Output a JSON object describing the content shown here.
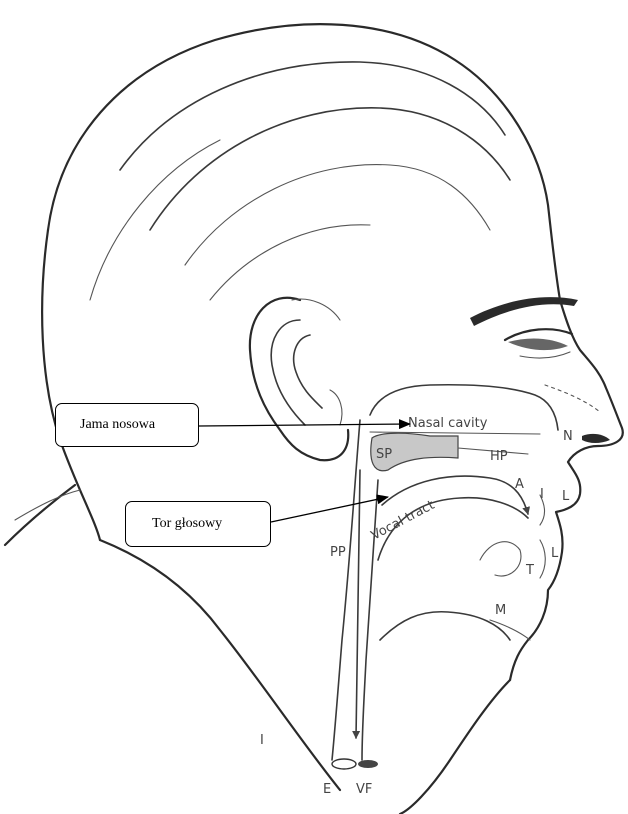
{
  "callouts": {
    "nasal_cavity_pl": "Jama nosowa",
    "vocal_tract_pl": "Tor głosowy"
  },
  "diagram_labels": {
    "nasal_cavity": "Nasal cavity",
    "vocal_tract": "Vocal tract",
    "SP": "SP",
    "HP": "HP",
    "N": "N",
    "A": "A",
    "I_upper": "I",
    "L_upper": "L",
    "L_lower": "L",
    "T": "T",
    "M": "M",
    "PP": "PP",
    "E": "E",
    "VF": "VF",
    "one": "I"
  }
}
